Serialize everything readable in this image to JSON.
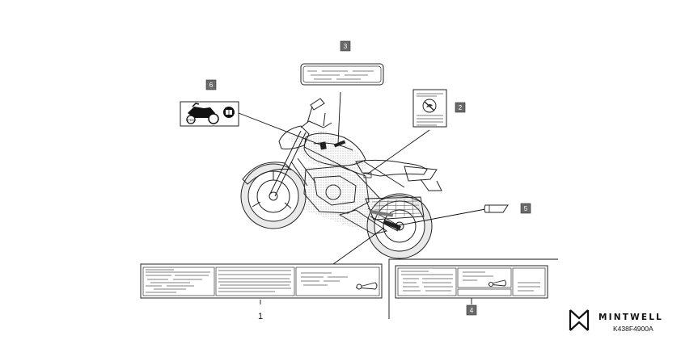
{
  "callouts": {
    "c1": "1",
    "c2": "2",
    "c3": "3",
    "c4": "4",
    "c5": "5",
    "c6": "6"
  },
  "figure_code": "K438F4900A",
  "brand": {
    "name": "MINTWELL",
    "logo_icon": "mintwell-logo-icon"
  },
  "colors": {
    "line": "#222222",
    "callout_box": "#6a6a6a"
  }
}
